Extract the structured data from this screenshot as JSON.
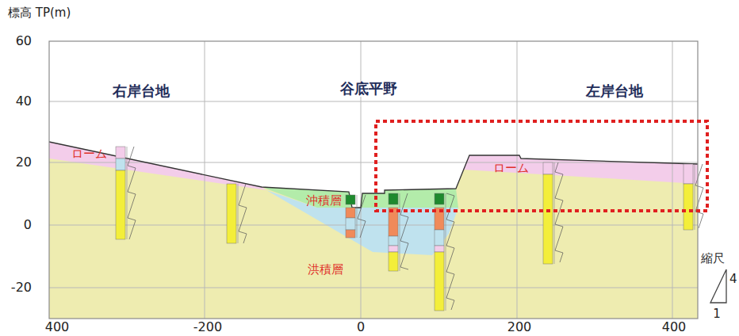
{
  "diagram": {
    "labels": [
      "標高 TP(m)",
      "60",
      "40",
      "20",
      "0",
      "-20",
      "右岸台地",
      "谷底平野",
      "左岸台地",
      "ローム",
      "沖積層",
      "ローム",
      "洪積層",
      "400",
      "-200",
      "0",
      "200",
      "400",
      "縮尺",
      "4",
      "1"
    ]
  }
}
